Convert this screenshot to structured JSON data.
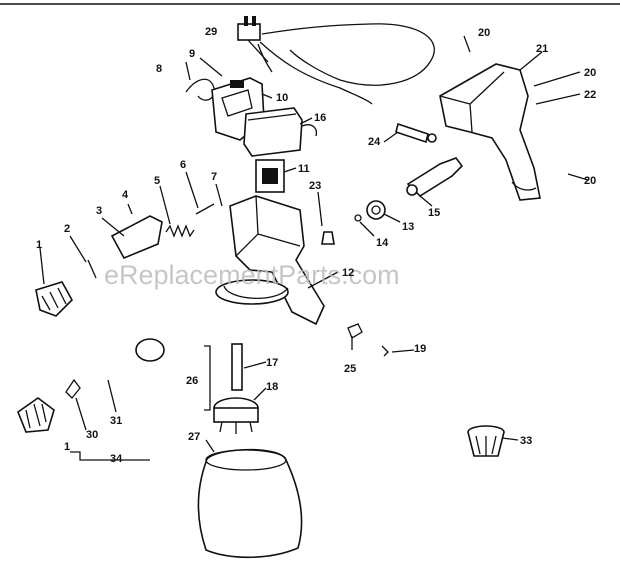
{
  "watermark": "eReplacementParts.com",
  "labels": {
    "l1a": "1",
    "l1b": "1",
    "l2": "2",
    "l3": "3",
    "l4": "4",
    "l5": "5",
    "l6": "6",
    "l7": "7",
    "l8": "8",
    "l9": "9",
    "l10": "10",
    "l11": "11",
    "l12": "12",
    "l13": "13",
    "l14": "14",
    "l15": "15",
    "l16": "16",
    "l17": "17",
    "l18": "18",
    "l19": "19",
    "l20a": "20",
    "l20b": "20",
    "l20c": "20",
    "l21": "21",
    "l22": "22",
    "l23": "23",
    "l24": "24",
    "l25": "25",
    "l26": "26",
    "l27": "27",
    "l29": "29",
    "l30": "30",
    "l31": "31",
    "l33": "33",
    "l34": "34"
  }
}
